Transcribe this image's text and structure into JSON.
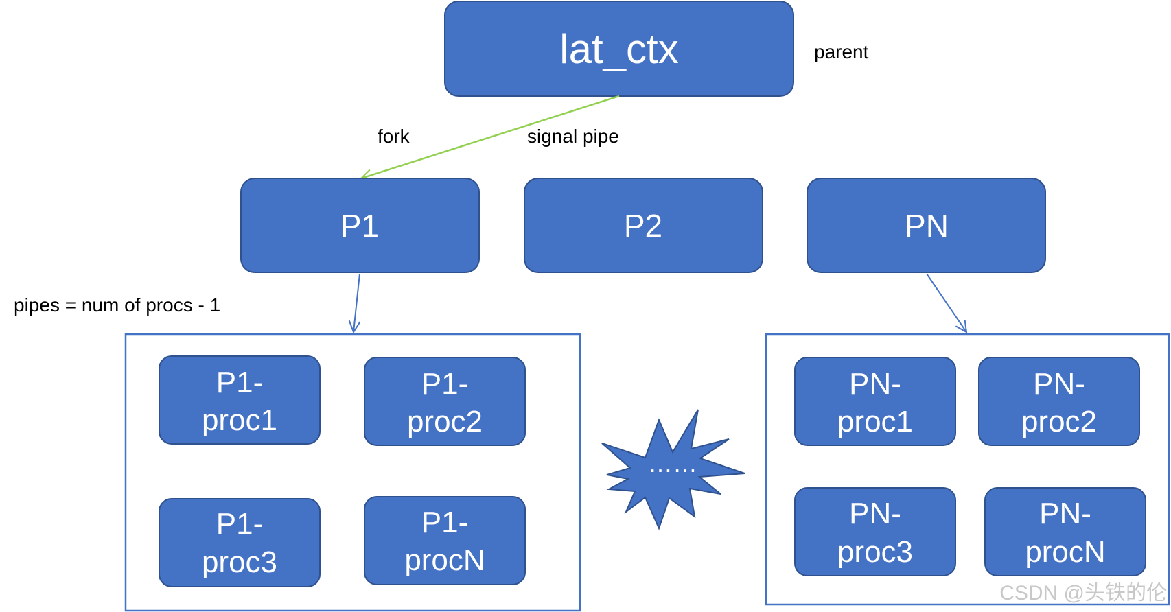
{
  "nodes": {
    "lat_ctx": {
      "label": "lat_ctx"
    },
    "p1": {
      "label": "P1"
    },
    "p2": {
      "label": "P2"
    },
    "pn": {
      "label": "PN"
    },
    "p1_proc1": {
      "line1": "P1-",
      "line2": "proc1"
    },
    "p1_proc2": {
      "line1": "P1-",
      "line2": "proc2"
    },
    "p1_proc3": {
      "line1": "P1-",
      "line2": "proc3"
    },
    "p1_procN": {
      "line1": "P1-",
      "line2": "procN"
    },
    "pn_proc1": {
      "line1": "PN-",
      "line2": "proc1"
    },
    "pn_proc2": {
      "line1": "PN-",
      "line2": "proc2"
    },
    "pn_proc3": {
      "line1": "PN-",
      "line2": "proc3"
    },
    "pn_procN": {
      "line1": "PN-",
      "line2": "procN"
    },
    "burst": {
      "label": "……"
    }
  },
  "labels": {
    "parent": "parent",
    "fork": "fork",
    "signal_pipe": "signal pipe",
    "pipes_note": "pipes = num of procs - 1"
  },
  "watermark": "CSDN @头铁的伦",
  "colors": {
    "box_fill": "#4472C4",
    "box_stroke": "#2F528F",
    "fork_arrow": "#92D050",
    "group_border": "#4472C4",
    "text_on_box": "#ffffff"
  }
}
